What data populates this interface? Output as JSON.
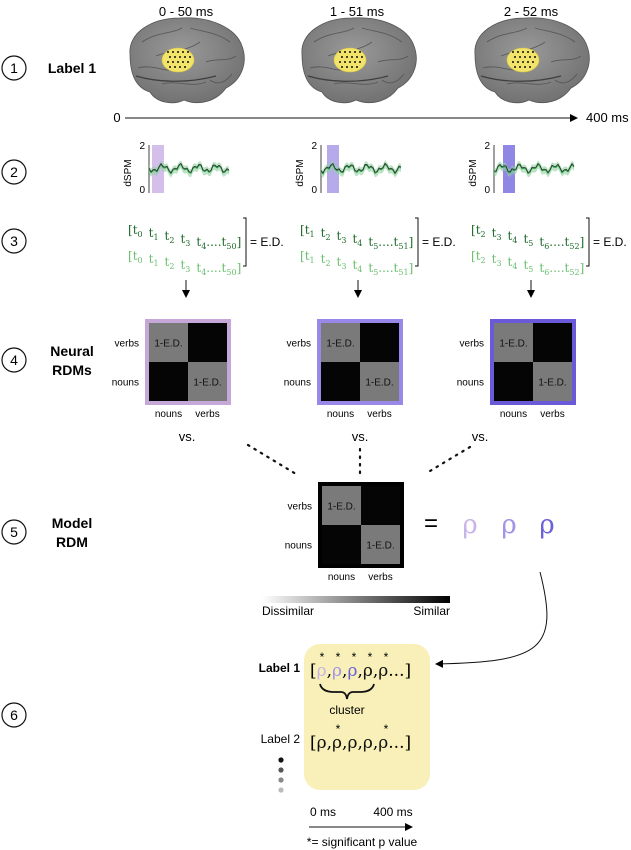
{
  "steps": {
    "s1": "1",
    "s2": "2",
    "s3": "3",
    "s4": "4",
    "s5": "5",
    "s6": "6"
  },
  "row_labels": {
    "label1": "Label 1",
    "neural_line1": "Neural",
    "neural_line2": "RDMs",
    "model_line1": "Model",
    "model_line2": "RDM"
  },
  "time_windows": [
    "0 - 50 ms",
    "1 - 51 ms",
    "2 - 52 ms"
  ],
  "timeline": {
    "start": "0",
    "end": "400 ms"
  },
  "dspm_axis": {
    "label": "dSPM",
    "tick_top": "2",
    "tick_bottom": "0"
  },
  "vectors": [
    {
      "row1": [
        "t0",
        "t1",
        "t2",
        "t3",
        "t4....t50"
      ],
      "row2": [
        "t0",
        "t1",
        "t2",
        "t3",
        "t4....t50"
      ]
    },
    {
      "row1": [
        "t1",
        "t2",
        "t3",
        "t4",
        "t5....t51"
      ],
      "row2": [
        "t1",
        "t2",
        "t3",
        "t4",
        "t5....t51"
      ]
    },
    {
      "row1": [
        "t2",
        "t3",
        "t4",
        "t5",
        "t6....t52"
      ],
      "row2": [
        "t2",
        "t3",
        "t4",
        "t5",
        "t6....t52"
      ]
    }
  ],
  "ed_label": "= E.D.",
  "rdm": {
    "cell_label": "1-E.D.",
    "row_labels": [
      "verbs",
      "nouns"
    ],
    "col_labels": [
      "nouns",
      "verbs"
    ],
    "frame_colors": [
      "#c5a8d8",
      "#9a88e8",
      "#6a5ad8"
    ]
  },
  "vs_label": "vs.",
  "equals": "=",
  "rho": "ρ",
  "rho_colors": [
    "#c8b4e8",
    "#a094e8",
    "#6a62d8"
  ],
  "colorbar": {
    "left": "Dissimilar",
    "right": "Similar"
  },
  "results": {
    "label1": "Label 1",
    "label2": "Label 2",
    "seq1": "[ρ,ρ,ρ,ρ,ρ...]",
    "seq2": "[ρ,ρ,ρ,ρ,ρ...]",
    "brace_label": "cluster",
    "time_start": "0 ms",
    "time_end": "400 ms",
    "footnote": "*= significant p value"
  },
  "colors": {
    "highlight_purple": [
      "#cdb3e6",
      "#a99be8",
      "#7d72e0"
    ],
    "result_box": "#f8f0b8",
    "green_line": "#2e9e4a"
  }
}
